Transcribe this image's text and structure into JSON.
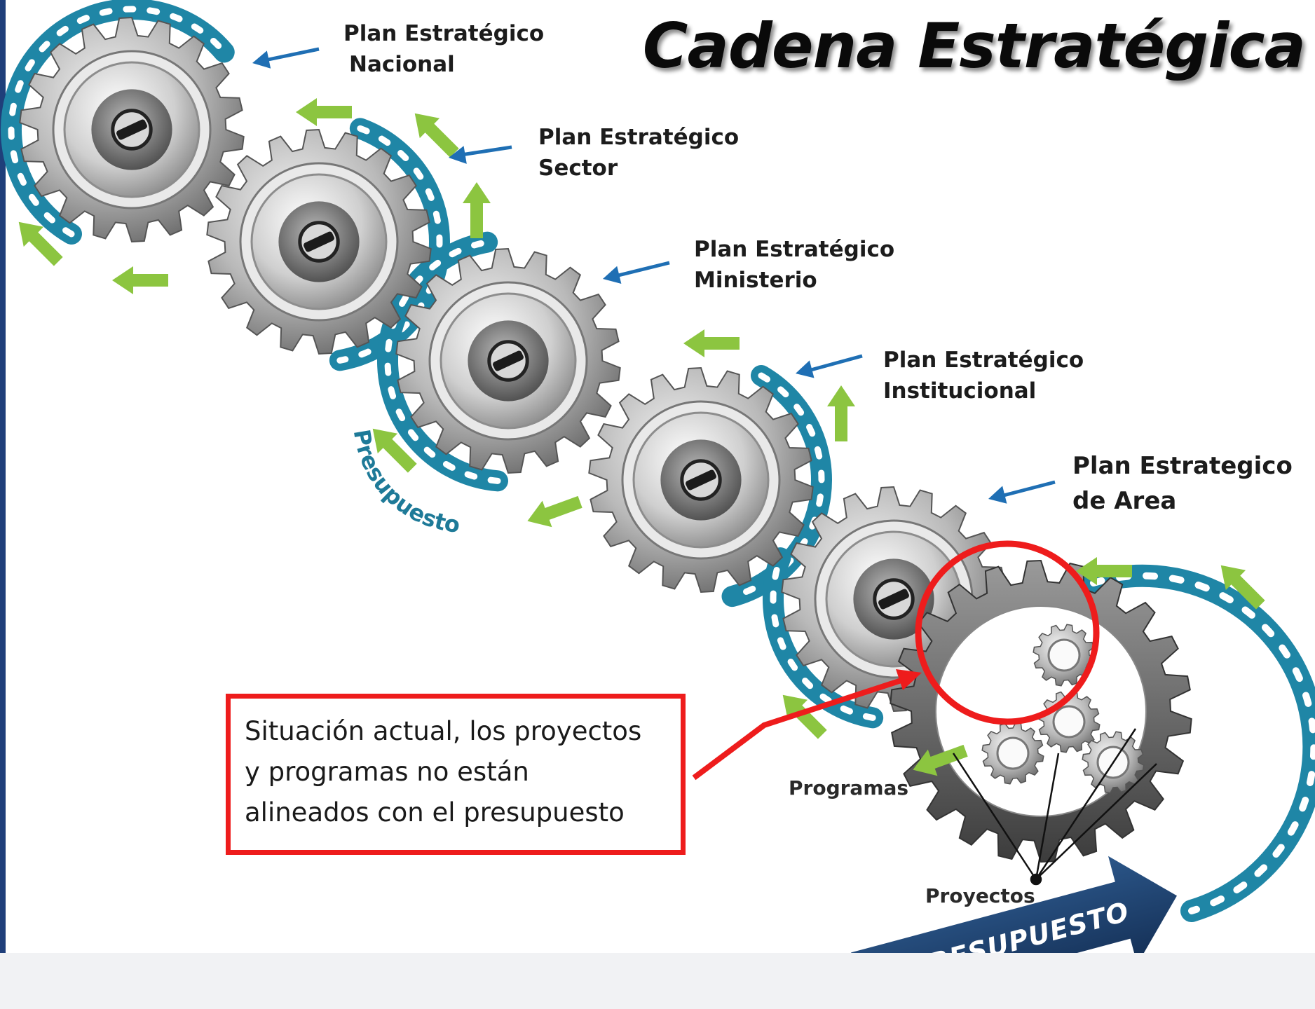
{
  "title": "Cadena Estratégica",
  "chain": [
    {
      "id": "nacional",
      "lines": [
        "Plan Estratégico",
        "Nacional"
      ]
    },
    {
      "id": "sector",
      "lines": [
        "Plan Estratégico",
        "Sector"
      ]
    },
    {
      "id": "ministerio",
      "lines": [
        "Plan Estratégico",
        "Ministerio"
      ]
    },
    {
      "id": "institucional",
      "lines": [
        "Plan Estratégico",
        "Institucional"
      ]
    },
    {
      "id": "area",
      "lines": [
        "Plan Estrategico",
        "de Area"
      ]
    }
  ],
  "curve_label": "Presupuesto",
  "programs_label": "Programas",
  "projects_label": "Proyectos",
  "budget_arrow_label": "PRESUPUESTO",
  "note": {
    "lines": [
      "Situación actual, los proyectos",
      "y programas no están",
      "alineados con el presupuesto"
    ]
  },
  "colors": {
    "belt": "#1f86a6",
    "arrow_green": "#8cc540",
    "pointer_blue": "#1f6fb4",
    "highlight_red": "#ee1c1c",
    "budget_arrow": "#1b3f6e"
  }
}
